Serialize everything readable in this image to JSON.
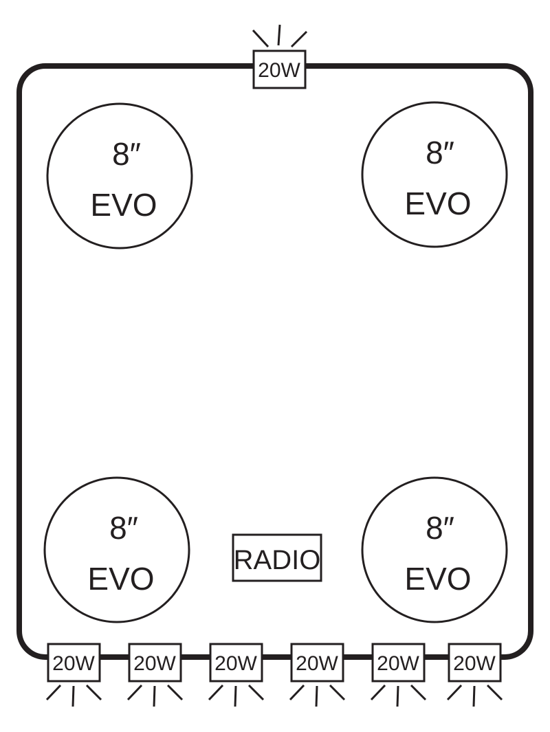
{
  "colors": {
    "line": "#231f20",
    "background": "#ffffff"
  },
  "speakers": [
    {
      "size": "8″",
      "model": "EVO"
    },
    {
      "size": "8″",
      "model": "EVO"
    },
    {
      "size": "8″",
      "model": "EVO"
    },
    {
      "size": "8″",
      "model": "EVO"
    }
  ],
  "radio": {
    "label": "RADIO"
  },
  "lights": [
    {
      "label": "20W"
    },
    {
      "label": "20W"
    },
    {
      "label": "20W"
    },
    {
      "label": "20W"
    },
    {
      "label": "20W"
    },
    {
      "label": "20W"
    },
    {
      "label": "20W"
    }
  ]
}
